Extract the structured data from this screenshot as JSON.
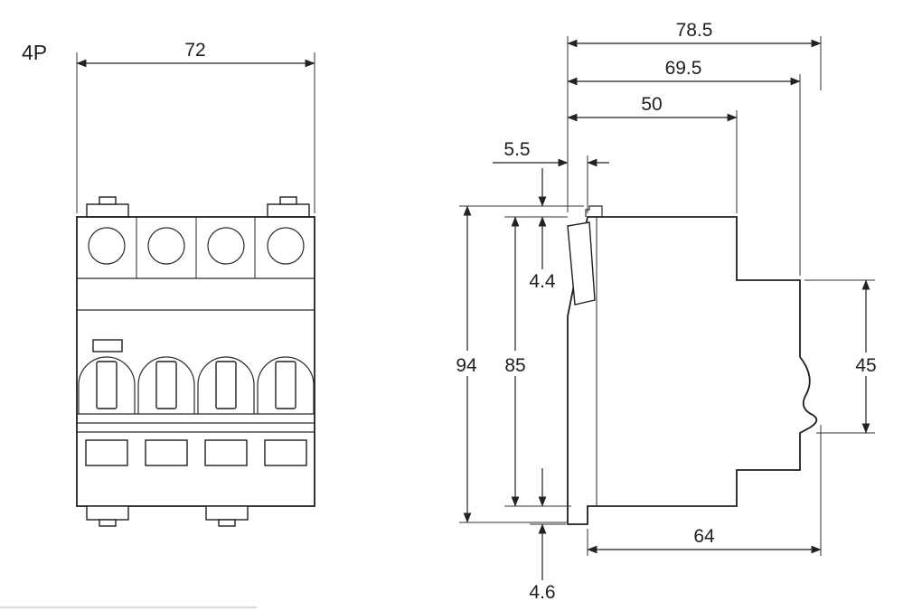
{
  "diagram": {
    "labels": {
      "pole_count": "4P",
      "front_width": "72",
      "overall_depth": "78.5",
      "depth_without_clip": "69.5",
      "upper_depth": "50",
      "handle_offset": "5.5",
      "top_tab_height": "4.4",
      "overall_height": "94",
      "body_height": "85",
      "rear_recess_height": "45",
      "base_depth": "64",
      "bottom_tab_height": "4.6"
    },
    "colors": {
      "line": "#222222",
      "background": "#ffffff"
    }
  }
}
